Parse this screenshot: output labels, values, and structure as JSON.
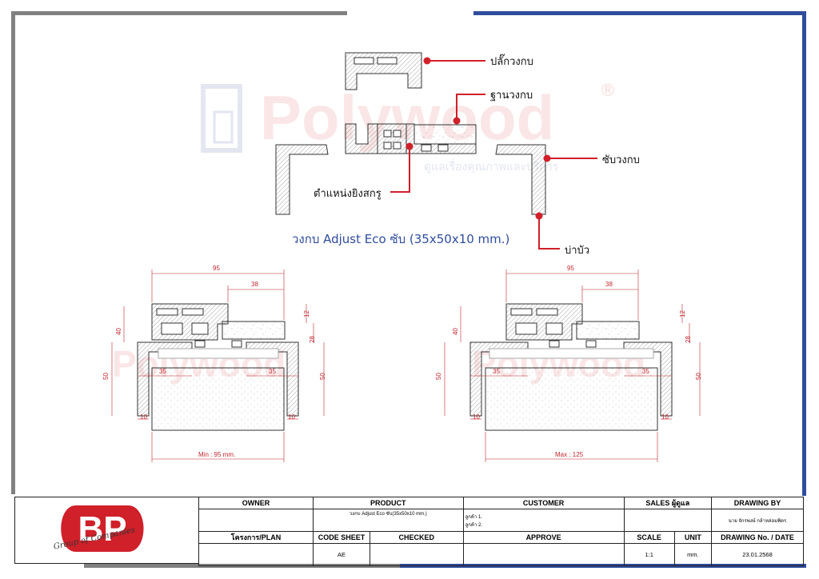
{
  "watermark": {
    "brand": "Polywood",
    "registered": "®",
    "tagline": "ดูแลเรื่องคุณภาพและบริการ"
  },
  "parts": {
    "cap_label": "ปลั๊กวงกบ",
    "base_label": "ฐานวงกบ",
    "sheath_label": "ซับวงกบ",
    "screw_label": "ตำแหน่งยิงสกรู",
    "shoulder_label": "บ่าบัว"
  },
  "product_title": "วงกบ Adjust Eco ซับ (35x50x10 mm.)",
  "left_section": {
    "dim_total": "95",
    "dim_top": "38",
    "dim_12": "12",
    "dim_40": "40",
    "dim_28": "28",
    "dim_50_left": "50",
    "dim_50_right": "50",
    "dim_35_left": "35",
    "dim_35_right": "35",
    "dim_10_left": "10",
    "dim_10_right": "10",
    "bottom_label": "Min : 95 mm."
  },
  "right_section": {
    "dim_total": "95",
    "dim_top": "38",
    "dim_12": "12",
    "dim_40": "40",
    "dim_28": "28",
    "dim_50_left": "50",
    "dim_50_right": "50",
    "dim_35_left": "35",
    "dim_35_right": "35",
    "dim_10_left": "10",
    "dim_10_right": "10",
    "bottom_label": "Max : 125"
  },
  "company": {
    "logo_text": "BP",
    "group_text": "Group of Companies"
  },
  "title_block": {
    "owner_header": "OWNER",
    "product_header": "PRODUCT",
    "customer_header": "CUSTOMER",
    "sales_header": "SALES ผู้ดูแล",
    "drawing_by_header": "DRAWING BY",
    "product_value": "วงกบ Adjust Eco ซับ(35x50x10 mm.)",
    "customer_line1": "ลูกค้า 1.",
    "customer_line2": "ลูกค้า 2.",
    "drawing_by_value": "นาย จักรพงษ์ กล้าหล่อมพิตร",
    "plan_header": "โครงการ/PLAN",
    "code_sheet_header": "CODE SHEET",
    "checked_header": "CHECKED",
    "approve_header": "APPROVE",
    "scale_header": "SCALE",
    "unit_header": "UNIT",
    "drawing_no_header": "DRAWING No. / DATE",
    "code_sheet_value": "AE",
    "scale_value": "1:1",
    "unit_value": "mm.",
    "date_value": "23.01.2568"
  },
  "colors": {
    "leader_red": "#d0202a",
    "frame_blue": "#2f4d9c",
    "frame_grey": "#808080",
    "dim_red": "#c0262e"
  }
}
